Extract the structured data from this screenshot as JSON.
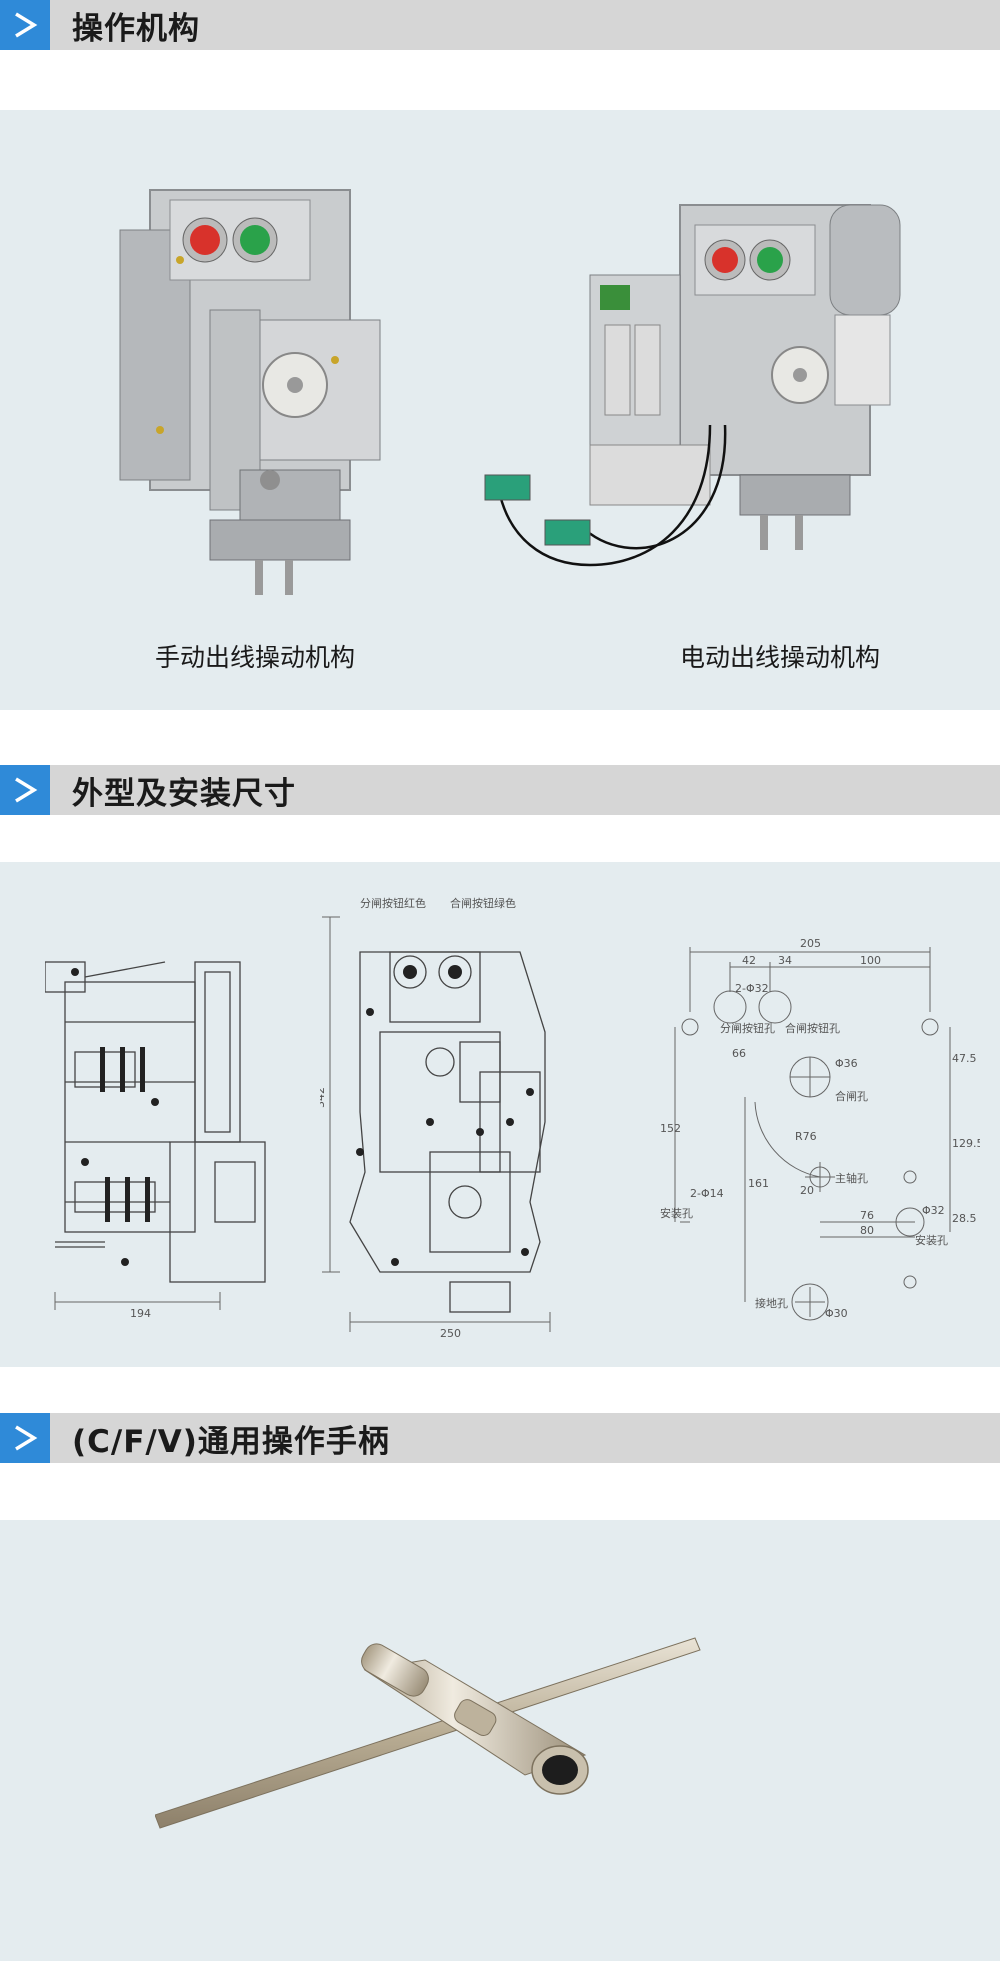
{
  "sections": [
    {
      "title": "操作机构"
    },
    {
      "title": "外型及安装尺寸"
    },
    {
      "title": "(C/F/V)通用操作手柄"
    }
  ],
  "mechanisms": {
    "manual_caption": "手动出线操动机构",
    "electric_caption": "电动出线操动机构"
  },
  "drawing": {
    "left_dims": {
      "width": "194"
    },
    "mid_dims": {
      "height": "342",
      "width": "250",
      "label_open": "分闸按钮红色",
      "label_close": "合闸按钮绿色"
    },
    "right_dims": {
      "d205": "205",
      "d42": "42",
      "d34": "34",
      "d100": "100",
      "d66": "66",
      "d47_5": "47.5",
      "d152": "152",
      "d129_5": "129.5",
      "d161": "161",
      "d20": "20",
      "d76": "76",
      "d80": "80",
      "d28_5": "28.5",
      "phi32": "2-Φ32",
      "phi36": "Φ36",
      "phi14": "2-Φ14",
      "phi30": "Φ30",
      "phi32b": "Φ32",
      "r76": "R76",
      "btn_hole_open": "分闸按钮孔",
      "btn_hole_close": "合闸按钮孔",
      "close_hole": "合闸孔",
      "main_shaft_hole": "主轴孔",
      "mount_hole_left": "安装孔",
      "mount_hole_right": "安装孔",
      "ground_hole": "接地孔"
    }
  },
  "colors": {
    "accent": "#2f8ad8",
    "header_bg": "#d6d6d6",
    "panel_bg": "#e4ecef"
  }
}
